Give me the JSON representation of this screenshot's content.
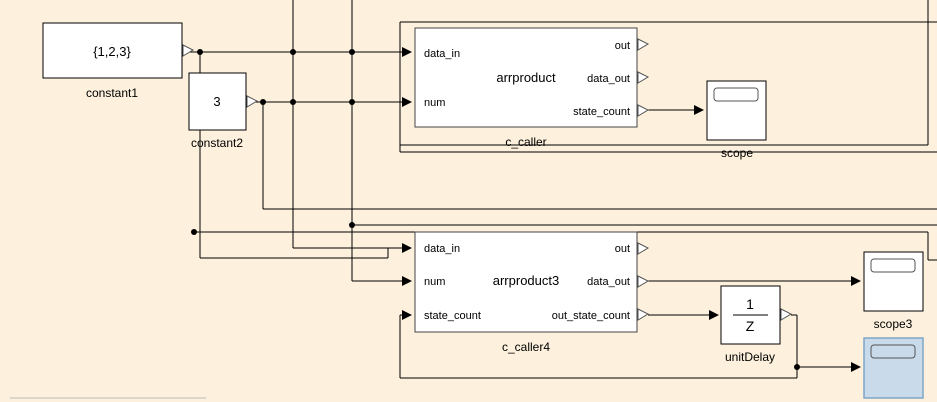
{
  "blocks": {
    "constant1": {
      "value": "{1,2,3}",
      "name": "constant1"
    },
    "constant2": {
      "value": "3",
      "name": "constant2"
    },
    "c_caller": {
      "function": "arrproduct",
      "name": "c_caller",
      "inputs": [
        "data_in",
        "num"
      ],
      "outputs": [
        "out",
        "data_out",
        "state_count"
      ]
    },
    "c_caller4": {
      "function": "arrproduct3",
      "name": "c_caller4",
      "inputs": [
        "data_in",
        "num",
        "state_count"
      ],
      "outputs": [
        "out",
        "data_out",
        "out_state_count"
      ]
    },
    "scope": {
      "name": "scope"
    },
    "scope3": {
      "name": "scope3"
    },
    "unitDelay": {
      "numerator": "1",
      "denominator": "Z",
      "name": "unitDelay"
    }
  },
  "colors": {
    "canvas_background": "#fdf1dd",
    "selected_block_fill": "#c9daea",
    "selected_block_stroke": "#7fa6c8"
  }
}
